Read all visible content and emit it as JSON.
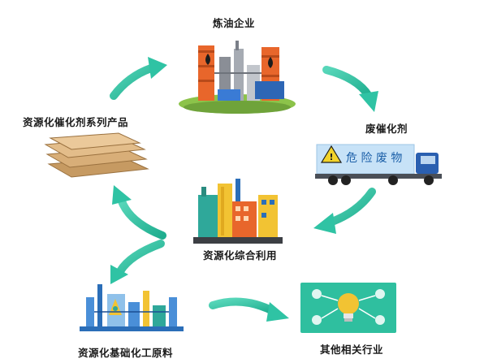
{
  "nodes": {
    "refinery": {
      "label": "炼油企业",
      "icon": "refinery-icon"
    },
    "spent_catalyst": {
      "label": "废催化剂",
      "icon": "hazardous-waste-truck-icon",
      "truck_text": "危 险 废 物"
    },
    "comprehensive_use": {
      "label": "资源化综合利用",
      "icon": "industrial-plant-icon"
    },
    "catalyst_products": {
      "label": "资源化催化剂系列产品",
      "icon": "stacked-sacks-icon"
    },
    "basic_chemicals": {
      "label": "资源化基础化工原料",
      "icon": "chemical-plant-icon"
    },
    "other_industries": {
      "label": "其他相关行业",
      "icon": "lightbulb-tech-icon"
    }
  },
  "colors": {
    "arrow": "#2fc3a4",
    "truck_panel": "#c7e2f7",
    "truck_text": "#1b5fa8"
  }
}
